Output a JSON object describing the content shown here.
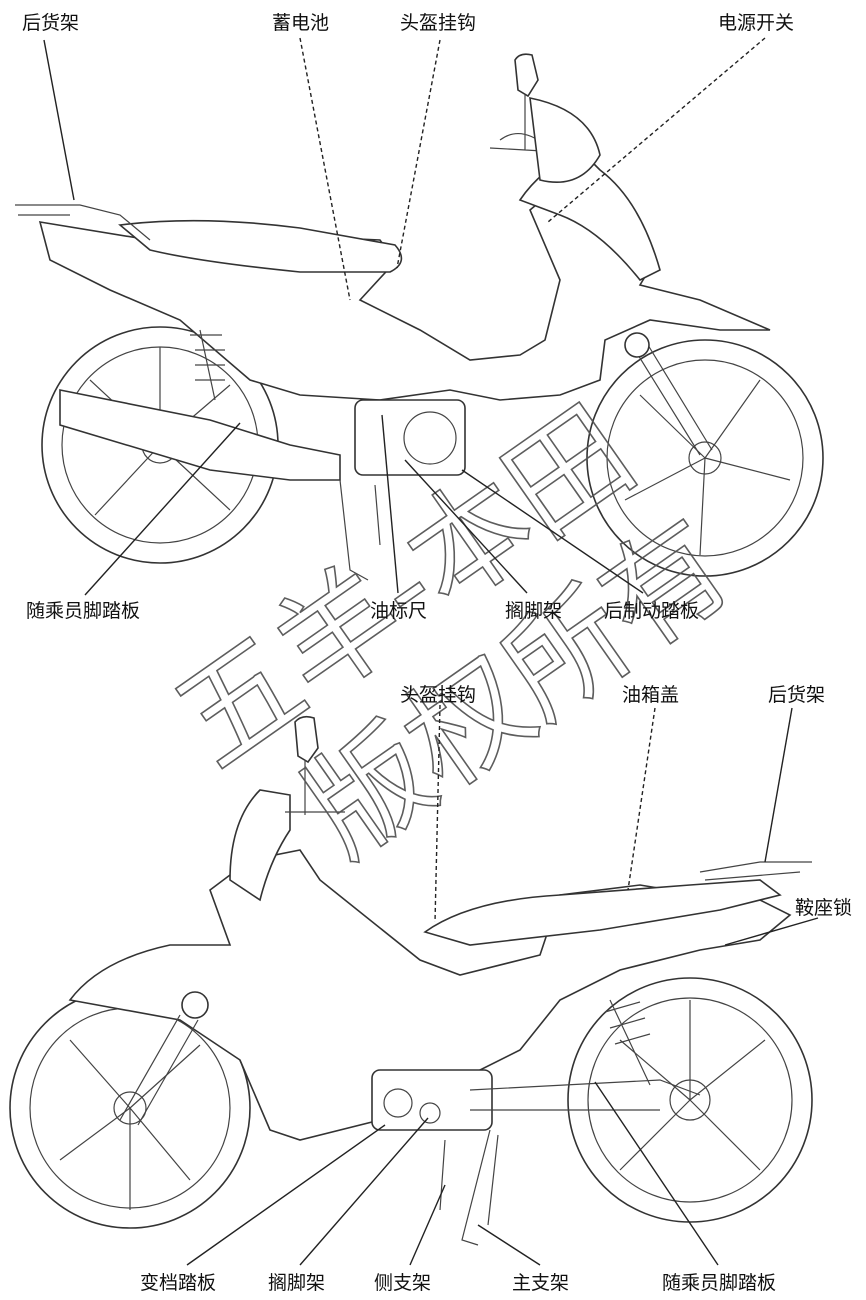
{
  "colors": {
    "line": "#222222",
    "watermark": "#d8d8d8"
  },
  "top_view": {
    "labels": {
      "rear_rack": "后货架",
      "battery": "蓄电池",
      "helmet_hook": "头盔挂钩",
      "power_switch": "电源开关",
      "passenger_footrest": "随乘员脚踏板",
      "dipstick": "油标尺",
      "footrest_bracket": "搁脚架",
      "rear_brake_pedal": "后制动踏板"
    }
  },
  "bottom_view": {
    "labels": {
      "helmet_hook": "头盔挂钩",
      "fuel_cap": "油箱盖",
      "rear_rack": "后货架",
      "seat_lock": "鞍座锁",
      "gear_pedal": "变档踏板",
      "footrest_bracket": "搁脚架",
      "side_stand": "侧支架",
      "main_stand": "主支架",
      "passenger_footrest": "随乘员脚踏板"
    }
  },
  "watermark": {
    "line1": "五羊-本田",
    "line2": "版权所有"
  }
}
